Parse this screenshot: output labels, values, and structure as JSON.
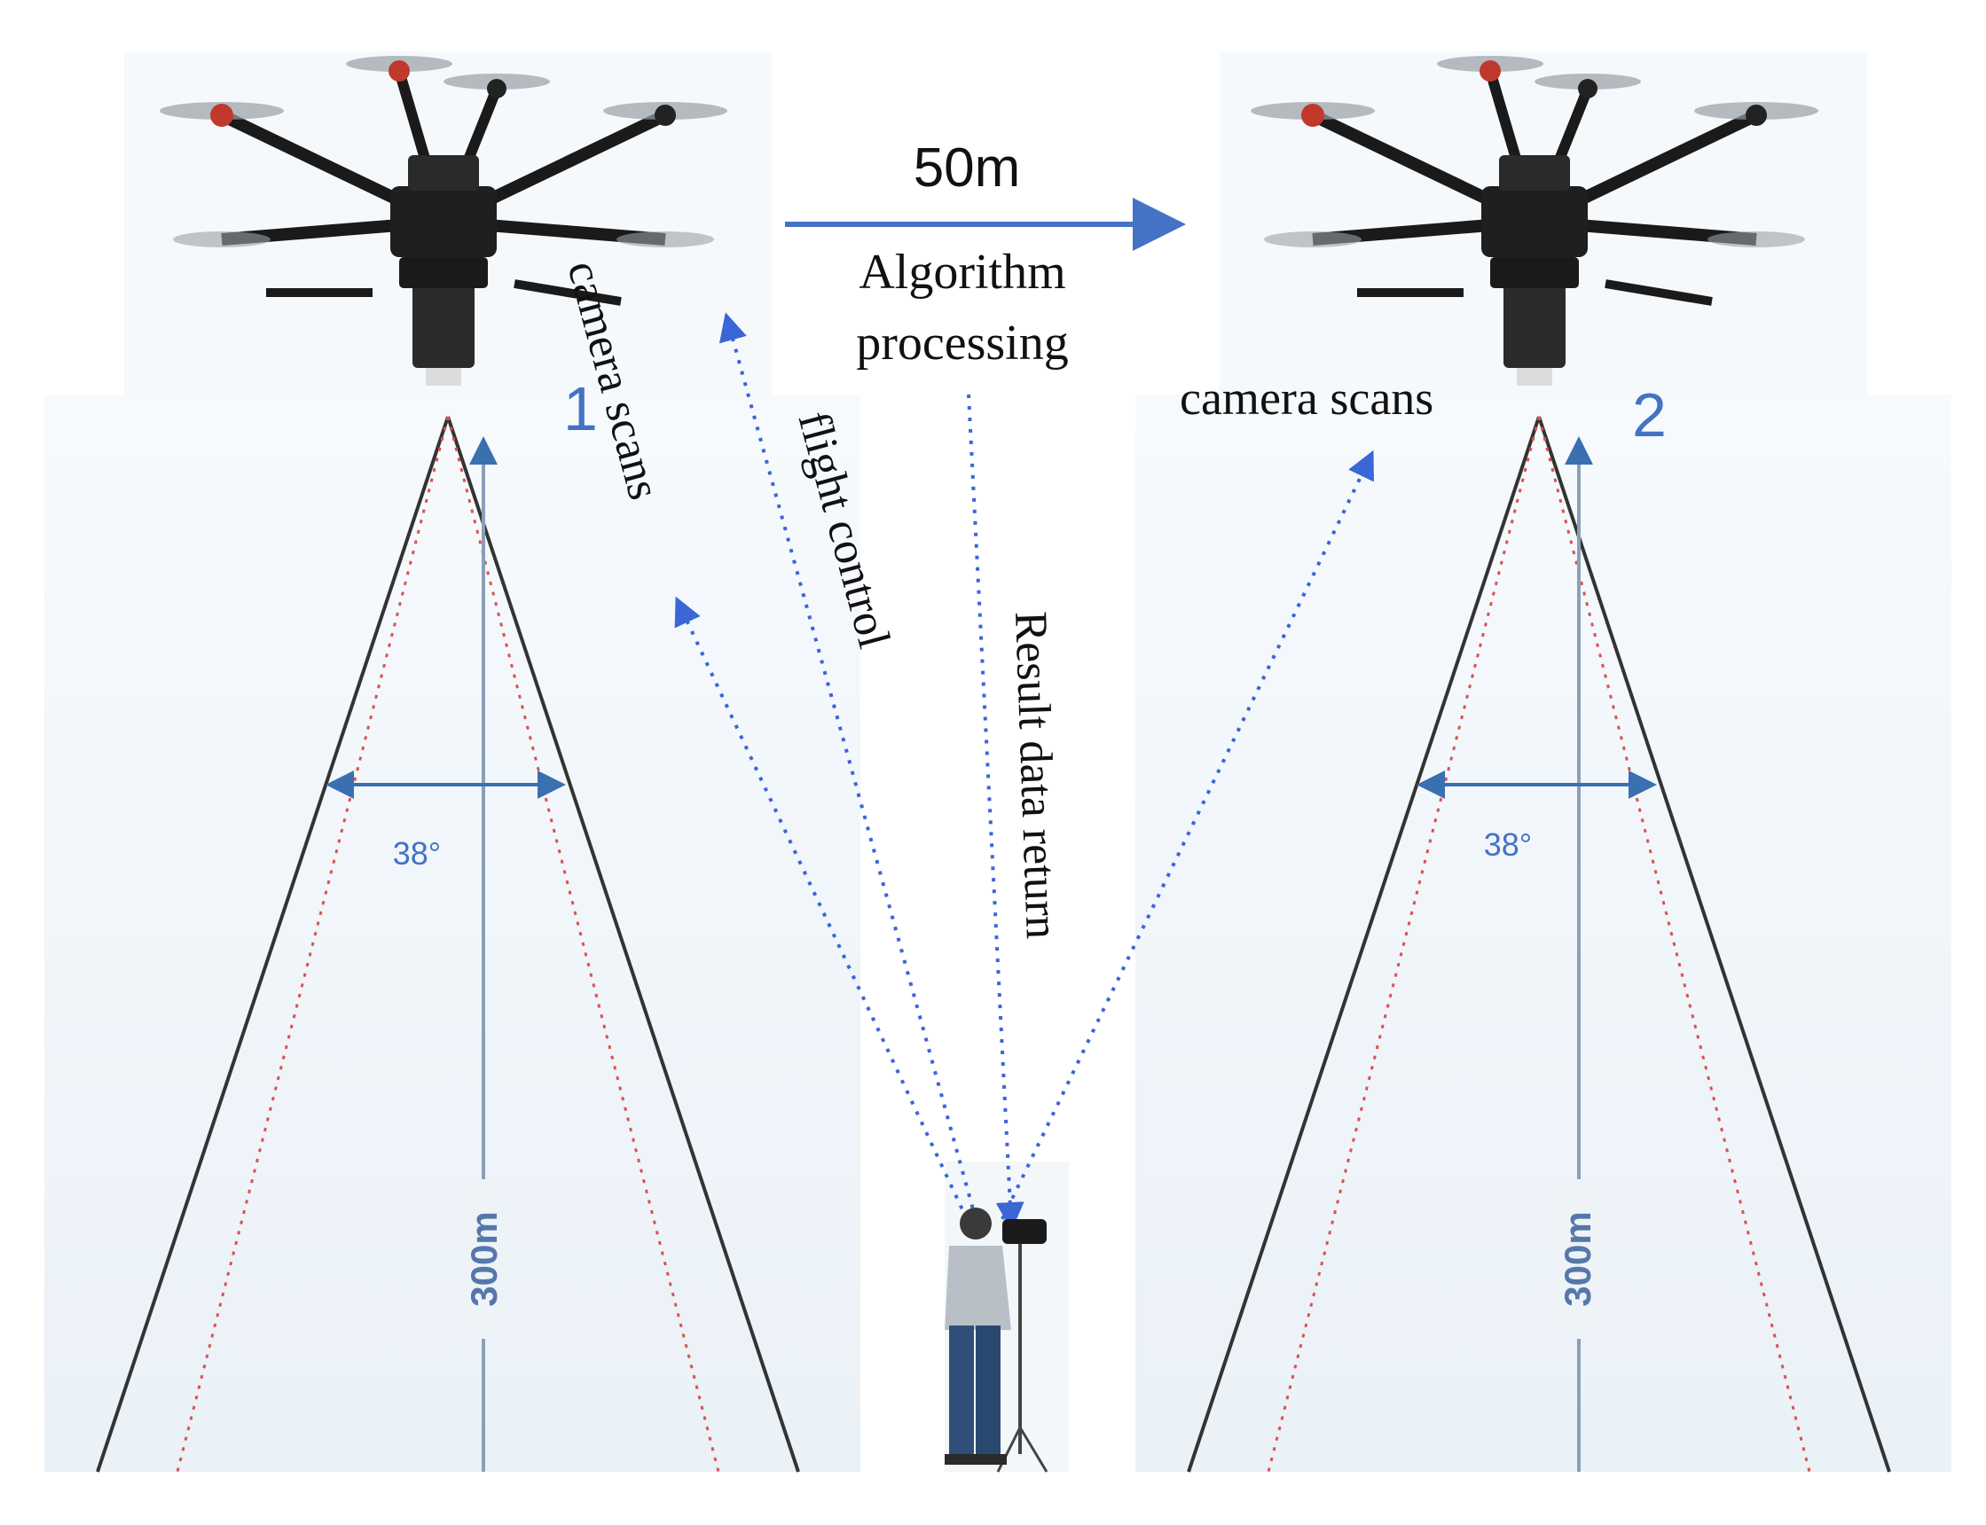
{
  "labels": {
    "distance": "50m",
    "algorithm_line1": "Algorithm",
    "algorithm_line2": "processing",
    "camera_scans_left": "camera scans",
    "camera_scans_right": "camera scans",
    "flight_control": "flight control",
    "result_data_return": "Result data return",
    "drone_1_number": "1",
    "drone_2_number": "2",
    "angle_left": "38°",
    "angle_right": "38°",
    "altitude_left": "300m",
    "altitude_right": "300m"
  },
  "colors": {
    "accent_blue": "#4472c4",
    "dotted_link": "#3a66d6",
    "cone_line": "#333333",
    "cone_dotted": "#d9534f",
    "panel_bg": "#eef4f9"
  },
  "icons": {
    "drone": "drone-icon",
    "operator": "operator-person-icon"
  }
}
